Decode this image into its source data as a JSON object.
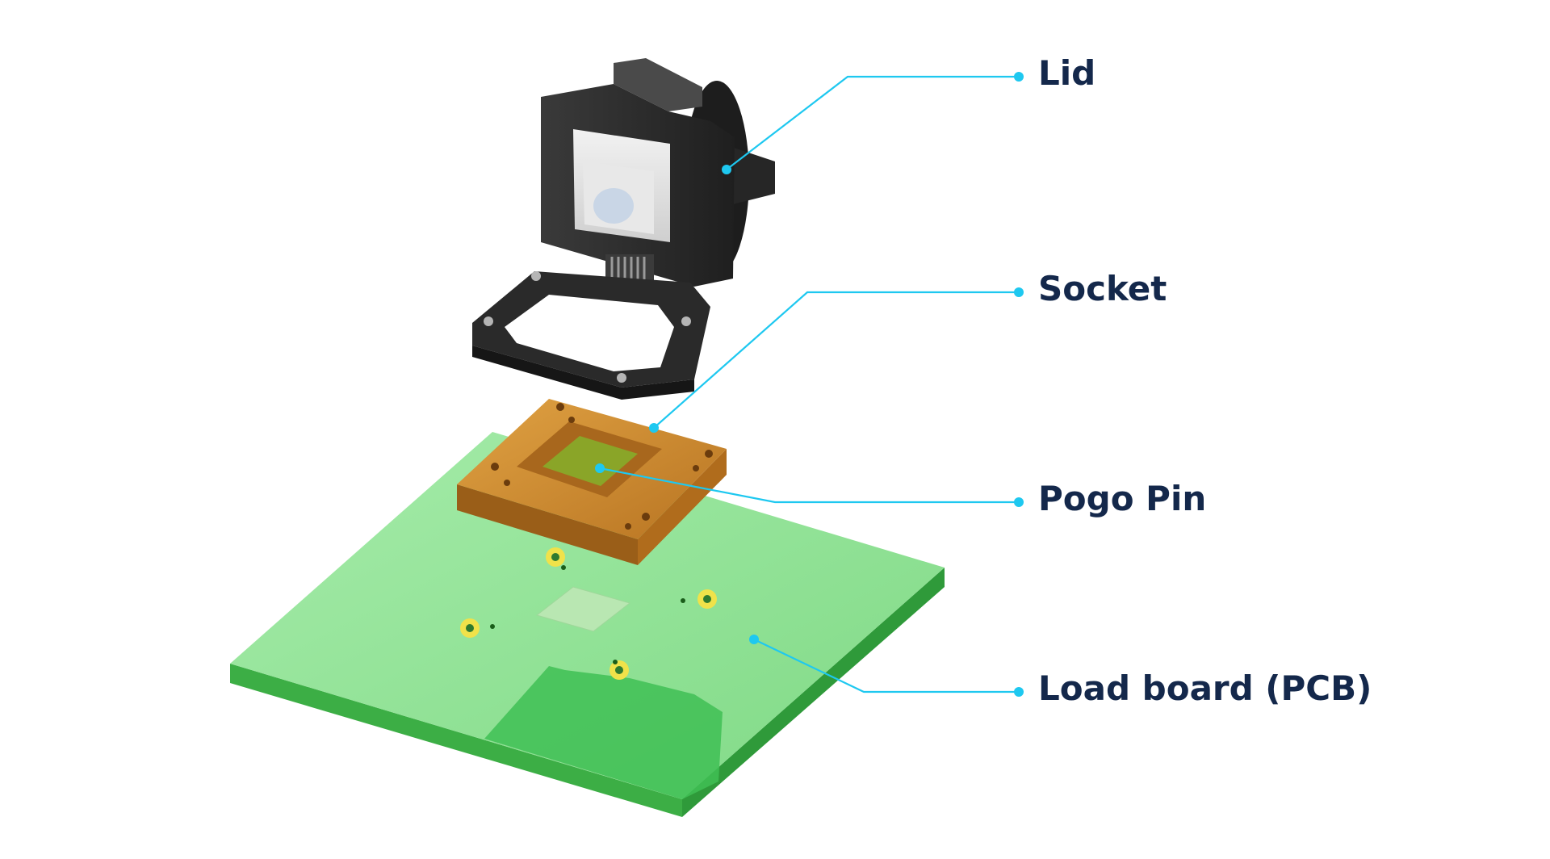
{
  "callouts": {
    "lid": "Lid",
    "socket": "Socket",
    "pogo_pin": "Pogo Pin",
    "load_board": "Load board (PCB)"
  },
  "colors": {
    "leader_line": "#1ec8f0",
    "label_text": "#14284b",
    "pcb_top": "#8ee08f",
    "pcb_edge": "#3cb54a",
    "socket_body": "#c98a2e",
    "lid_body": "#2e2e2e"
  }
}
